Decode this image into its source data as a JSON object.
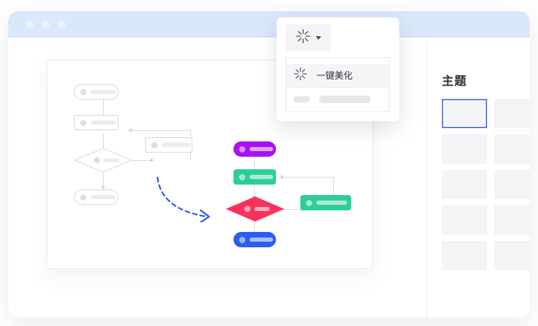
{
  "window": {
    "titlebar": {
      "dots": [
        "window-dot-close",
        "window-dot-minimize",
        "window-dot-maximize"
      ]
    }
  },
  "popup": {
    "tool_button": {
      "icon": "sparkle-beautify-icon",
      "caret": "chevron-down-icon"
    },
    "menu": {
      "items": [
        {
          "icon": "sparkle-beautify-icon",
          "label": "一键美化"
        }
      ],
      "placeholder_row": {
        "short": "",
        "long": ""
      }
    }
  },
  "theme_panel": {
    "title": "主题",
    "selected_index": 0,
    "swatches": [
      "",
      "",
      "",
      "",
      "",
      "",
      "",
      "",
      "",
      ""
    ]
  },
  "canvas": {
    "before_flow": {
      "nodes": [
        {
          "shape": "rounded-pill",
          "label": ""
        },
        {
          "shape": "rounded-rect",
          "label": ""
        },
        {
          "shape": "diamond",
          "label": ""
        },
        {
          "shape": "rect",
          "label": ""
        },
        {
          "shape": "rounded-pill",
          "label": ""
        }
      ]
    },
    "after_flow": {
      "nodes": [
        {
          "shape": "rounded-pill",
          "color": "#a811f0",
          "label": ""
        },
        {
          "shape": "rounded-rect",
          "color": "#2ece9a",
          "label": ""
        },
        {
          "shape": "diamond",
          "color": "#f7325c",
          "label": ""
        },
        {
          "shape": "rounded-rect",
          "color": "#2ece9a",
          "label": ""
        },
        {
          "shape": "rounded-pill",
          "color": "#2a5ef0",
          "label": ""
        }
      ]
    },
    "transform_arrow": {
      "style": "dashed-curved-arrow",
      "color": "#2f62ec"
    }
  },
  "colors": {
    "titlebar": "#d9e8fb",
    "accent_blue": "#5b7cfa",
    "purple": "#a811f0",
    "green": "#2ece9a",
    "red": "#f7325c",
    "blue": "#2a5ef0",
    "arrow": "#2f62ec"
  }
}
